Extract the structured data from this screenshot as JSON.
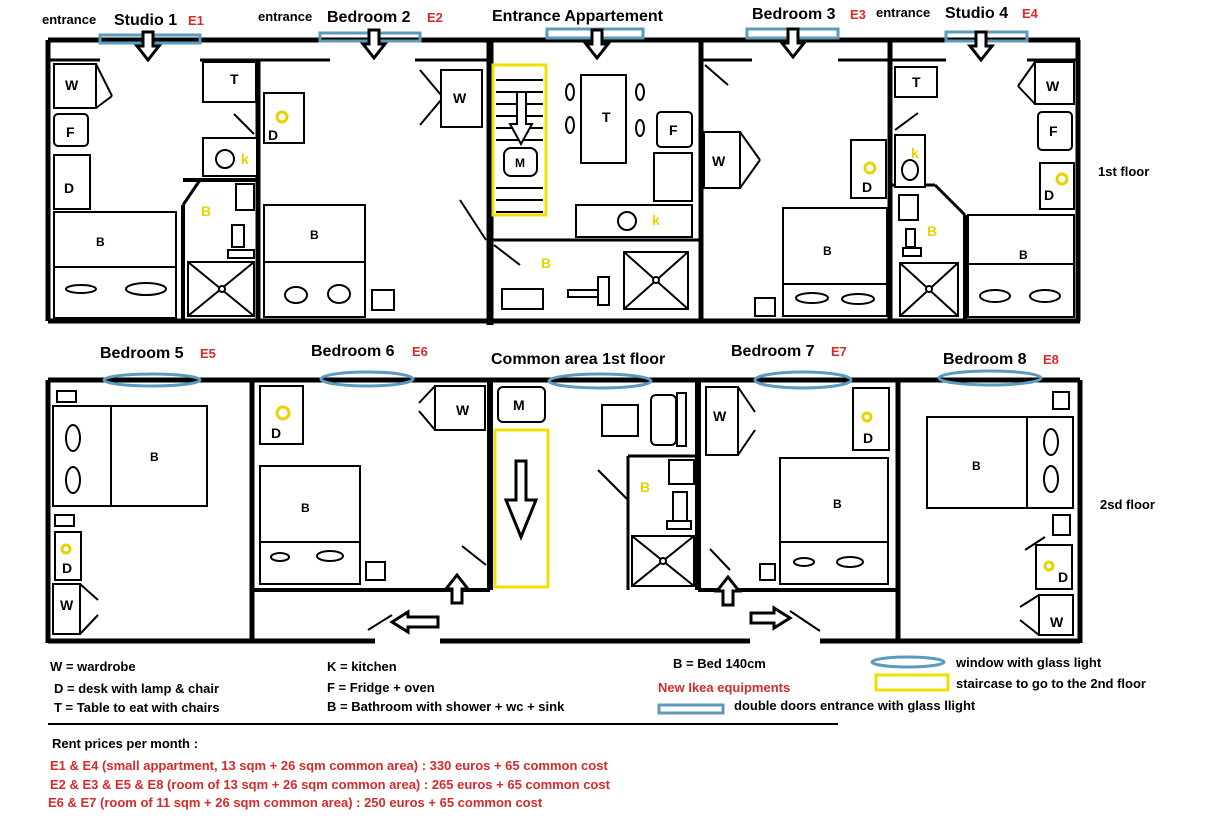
{
  "colors": {
    "wall": "#000000",
    "accent_red": "#d42b2b",
    "window": "#5b9bbd",
    "stair": "#f0e000",
    "light": "#e8d200",
    "bath_label": "#e8d200"
  },
  "floors": {
    "first": "1st floor",
    "second": "2sd floor"
  },
  "rooms": {
    "e1": {
      "prefix": "entrance",
      "name": "Studio 1",
      "code": "E1"
    },
    "e2": {
      "prefix": "entrance",
      "name": "Bedroom 2",
      "code": "E2"
    },
    "entrance": {
      "name": "Entrance Appartement"
    },
    "e3": {
      "name": "Bedroom 3",
      "code": "E3"
    },
    "e4": {
      "prefix": "entrance",
      "name": "Studio 4",
      "code": "E4"
    },
    "e5": {
      "name": "Bedroom 5",
      "code": "E5"
    },
    "e6": {
      "name": "Bedroom 6",
      "code": "E6"
    },
    "common": {
      "name": "Common area 1st floor"
    },
    "e7": {
      "name": "Bedroom 7",
      "code": "E7"
    },
    "e8": {
      "name": "Bedroom 8",
      "code": "E8"
    }
  },
  "furniture_letters": {
    "wardrobe": "W",
    "desk": "D",
    "table": "T",
    "fridge": "F",
    "kitchen": "k",
    "bed": "B",
    "bath": "B",
    "machine": "M"
  },
  "legend": {
    "w": "W = wardrobe",
    "d": "D = desk with lamp & chair",
    "t": "T = Table to eat with chairs",
    "k": "K = kitchen",
    "f": "F = Fridge + oven",
    "b": "B = Bathroom with shower + wc + sink",
    "bed": "B = Bed 140cm",
    "ikea": "New Ikea equipments",
    "window": "window with glass light",
    "stair": "staircase to go to the 2nd floor",
    "door": "double doors entrance with glass llight"
  },
  "prices": {
    "title": "Rent prices per month :",
    "lines": [
      "E1 & E4 (small appartment, 13 sqm + 26 sqm common area) : 330 euros + 65 common cost",
      "E2 & E3 & E5 & E8 (room of 13 sqm + 26 sqm common area) : 265 euros + 65 common cost",
      "E6 & E7 (room of 11 sqm + 26 sqm common area) : 250 euros + 65 common cost"
    ]
  }
}
